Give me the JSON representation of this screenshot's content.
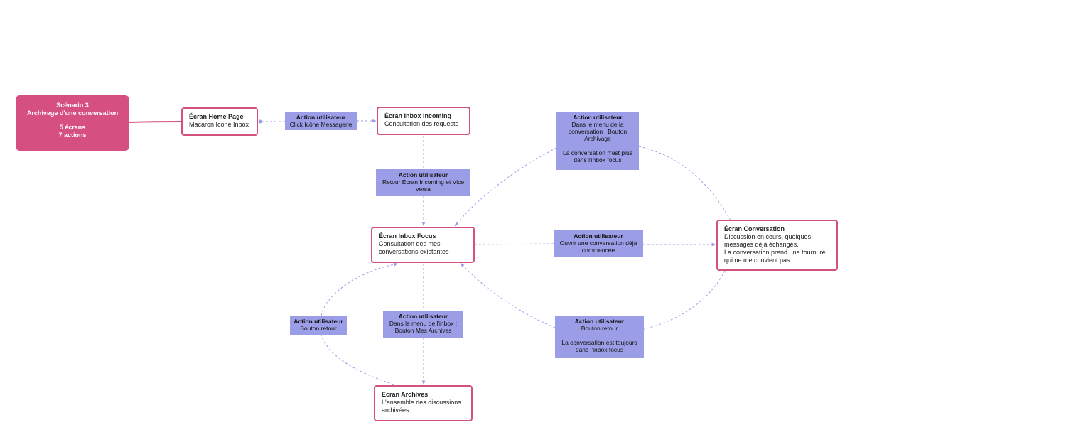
{
  "scenario": {
    "title_line1": "Scénario 3",
    "title_line2": "Archivage d'une conversation",
    "count_screens": "5 écrans",
    "count_actions": "7 actions"
  },
  "screens": {
    "home": {
      "title": "Écran Home Page",
      "desc": "Macaron Icone Inbox"
    },
    "incoming": {
      "title": "Écran Inbox Incoming",
      "desc": "Consultation des requests"
    },
    "focus": {
      "title": "Écran Inbox Focus",
      "desc_line1": "Consultation des mes",
      "desc_line2": "conversations existantes"
    },
    "conversation": {
      "title": "Écran Conversation",
      "desc_line1": "Discussion en cours, quelques",
      "desc_line2": "messages déjà échangés.",
      "desc_line3": "La conversation prend une tournure",
      "desc_line4": "qui ne me convient pas"
    },
    "archives": {
      "title": "Ecran Archives",
      "desc_line1": "L'ensemble des discussions",
      "desc_line2": "archivées"
    }
  },
  "actions": {
    "a1": {
      "title": "Action utilisateur",
      "line1": "Click Icône Messagerie"
    },
    "a2": {
      "title": "Action utilisateur",
      "line1": "Retour Écran Incoming et Vice",
      "line2": "versa"
    },
    "a3": {
      "title": "Action utilisateur",
      "line1": "Dans le menu de la",
      "line2": "conversation : Bouton",
      "line3": "Archivage",
      "line4": "La conversation n'est plus",
      "line5": "dans l'inbox focus"
    },
    "a4": {
      "title": "Action utilisateur",
      "line1": "Ouvrir une conversation déjà",
      "line2": "commencée"
    },
    "a5": {
      "title": "Action utilisateur",
      "line1": "Bouton retour"
    },
    "a6": {
      "title": "Action utilisateur",
      "line1": "Dans le menu de l'inbox :",
      "line2": "Bouton Mes Archives"
    },
    "a7": {
      "title": "Action utilisateur",
      "line1": "Bouton retour",
      "line2": "La conversation est toujours",
      "line3": "dans l'inbox focus"
    }
  },
  "colors": {
    "screen_border": "#d6507f",
    "scenario_fill": "#d6507f",
    "action_fill": "#9b9de6",
    "connector": "#9b9de6"
  }
}
